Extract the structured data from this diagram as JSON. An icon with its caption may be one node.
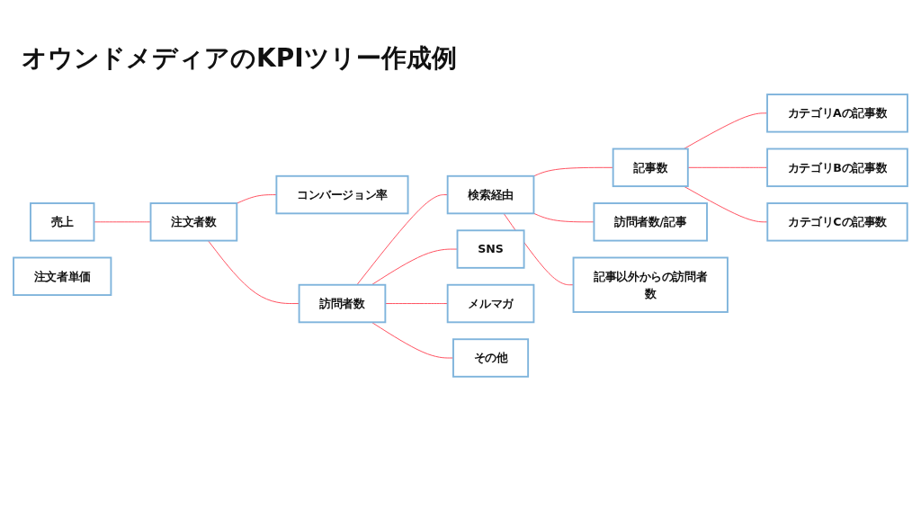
{
  "diagram": {
    "title": "オウンドメディアのKPIツリー作成例",
    "nodes": [
      {
        "text": [
          "売上"
        ]
      },
      {
        "text": [
          "注文者数"
        ]
      },
      {
        "text": [
          "注文者単価"
        ]
      },
      {
        "text": [
          "訪問者数"
        ]
      },
      {
        "text": [
          "コンバージョン率"
        ]
      },
      {
        "text": [
          "検索経由"
        ]
      },
      {
        "text": [
          "SNS"
        ]
      },
      {
        "text": [
          "メルマガ"
        ]
      },
      {
        "text": [
          "その他"
        ]
      },
      {
        "text": [
          "記事数"
        ]
      },
      {
        "text": [
          "訪問者数/記事"
        ]
      },
      {
        "text": [
          "記事以外からの訪問者数"
        ]
      },
      {
        "text": [
          "カテゴリAの記事数"
        ]
      },
      {
        "text": [
          "カテゴリBの記事数"
        ]
      },
      {
        "text": [
          "カテゴリCの記事数"
        ]
      }
    ],
    "edges": [
      {
        "from": 0,
        "to": 1,
        "arrow": "none"
      },
      {
        "from": 1,
        "to": 3,
        "arrow": "none"
      },
      {
        "from": 1,
        "to": 4,
        "arrow": "none"
      },
      {
        "from": 3,
        "to": 5,
        "arrow": "none"
      },
      {
        "from": 3,
        "to": 6,
        "arrow": "none"
      },
      {
        "from": 3,
        "to": 7,
        "arrow": "none"
      },
      {
        "from": 3,
        "to": 8,
        "arrow": "none"
      },
      {
        "from": 5,
        "to": 9,
        "arrow": "none"
      },
      {
        "from": 5,
        "to": 10,
        "arrow": "none"
      },
      {
        "from": 5,
        "to": 11,
        "arrow": "none"
      },
      {
        "from": 9,
        "to": 12,
        "arrow": "none"
      },
      {
        "from": 9,
        "to": 13,
        "arrow": "none"
      },
      {
        "from": 9,
        "to": 14,
        "arrow": "none"
      }
    ]
  }
}
